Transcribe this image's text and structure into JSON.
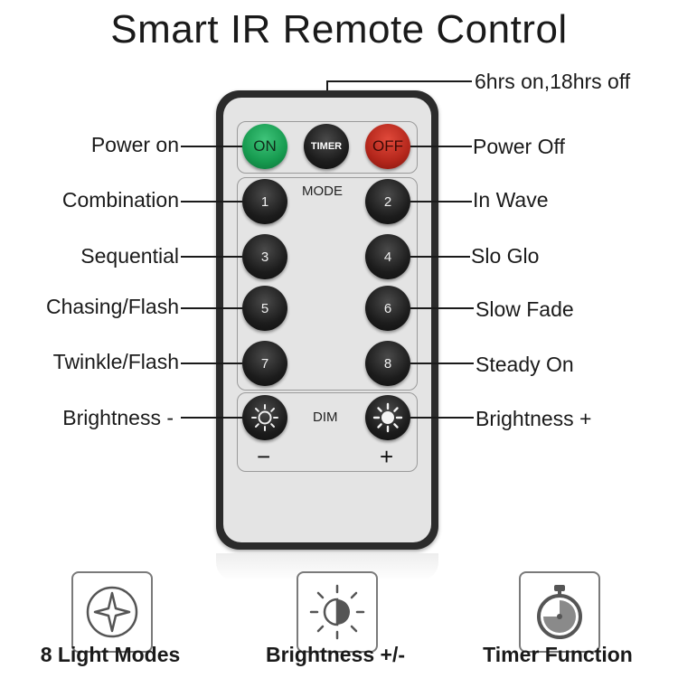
{
  "title": "Smart IR Remote Control",
  "timer_note": "6hrs on,18hrs off",
  "buttons": {
    "on": "ON",
    "timer": "TIMER",
    "off": "OFF",
    "mode_header": "MODE",
    "modes": [
      "1",
      "2",
      "3",
      "4",
      "5",
      "6",
      "7",
      "8"
    ],
    "dim_header": "DIM",
    "minus": "−",
    "plus": "+"
  },
  "labels_left": {
    "power_on": "Power on",
    "m1": "Combination",
    "m3": "Sequential",
    "m5": "Chasing/Flash",
    "m7": "Twinkle/Flash",
    "bright_minus": "Brightness -"
  },
  "labels_right": {
    "power_off": "Power Off",
    "m2": "In Wave",
    "m4": "Slo Glo",
    "m6": "Slow Fade",
    "m8": "Steady On",
    "bright_plus": "Brightness +"
  },
  "features": [
    {
      "icon": "sparkle-star-icon",
      "label": "8 Light Modes"
    },
    {
      "icon": "brightness-half-sun-icon",
      "label": "Brightness +/-"
    },
    {
      "icon": "stopwatch-icon",
      "label": "Timer Function"
    }
  ],
  "colors": {
    "on_button": "#169a4f",
    "off_button": "#b3261b",
    "remote_body": "#2b2b2b",
    "remote_face": "#e4e4e4"
  }
}
